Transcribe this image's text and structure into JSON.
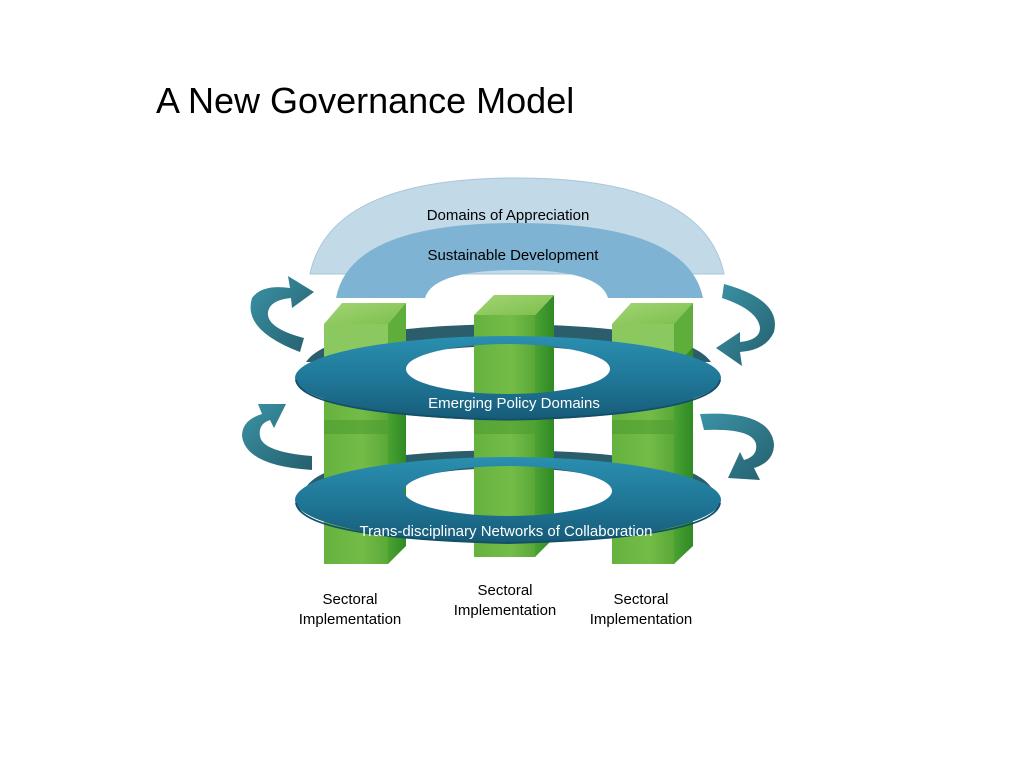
{
  "slide": {
    "title": "A New Governance Model"
  },
  "diagram": {
    "outer_arch_label": "Domains of Appreciation",
    "inner_arch_label": "Sustainable Development",
    "upper_ring_label": "Emerging Policy Domains",
    "lower_ring_label": "Trans-disciplinary Networks of Collaboration",
    "pillars": [
      {
        "line1": "Sectoral",
        "line2": "Implementation"
      },
      {
        "line1": "Sectoral",
        "line2": "Implementation"
      },
      {
        "line1": "Sectoral",
        "line2": "Implementation"
      }
    ],
    "colors": {
      "outer_arch": "#c2d9e8",
      "inner_arch": "#7fb3d3",
      "ring": "#1c7fa0",
      "ring_back": "#2b5d6b",
      "pillar_front": "#6db543",
      "pillar_side": "#3f9a2c",
      "pillar_top": "#8fcb5e",
      "arrow": "#2e7d8e"
    }
  }
}
